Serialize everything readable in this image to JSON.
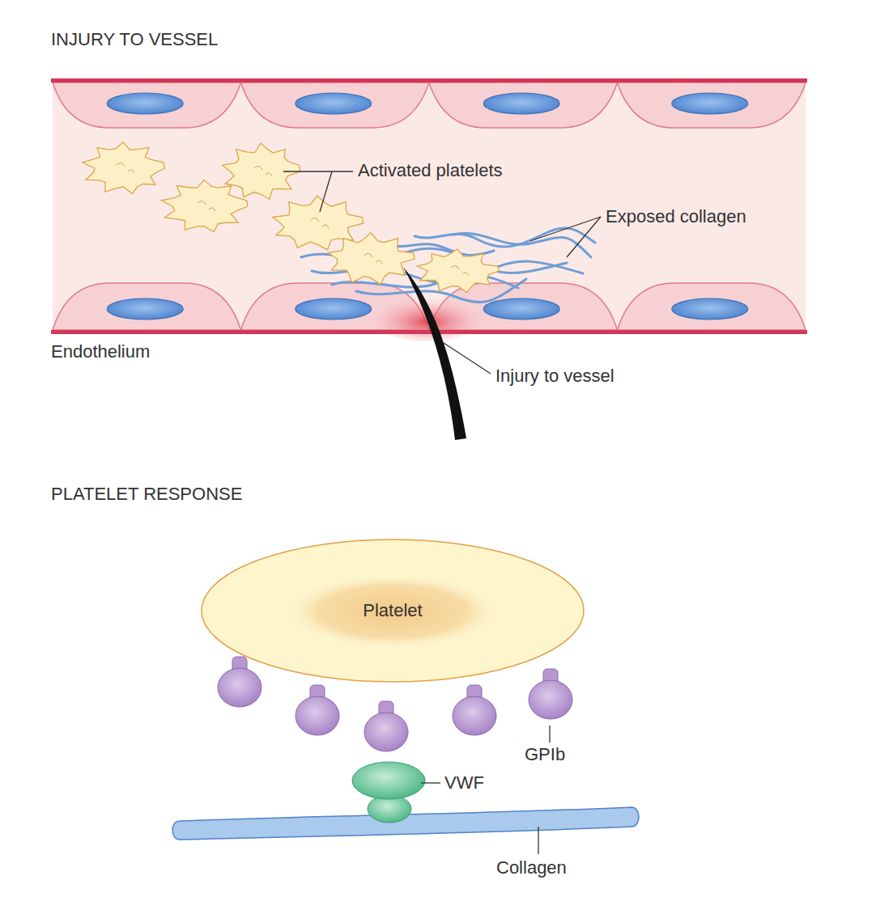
{
  "diagram": {
    "nodes": [
      {
        "text": [
          "Platelet"
        ]
      }
    ],
    "labels": [
      "INJURY TO VESSEL",
      "Activated platelets",
      "Exposed collagen",
      "Endothelium",
      "Injury to vessel",
      "PLATELET RESPONSE",
      "GPIb",
      "VWF",
      "Collagen"
    ]
  }
}
